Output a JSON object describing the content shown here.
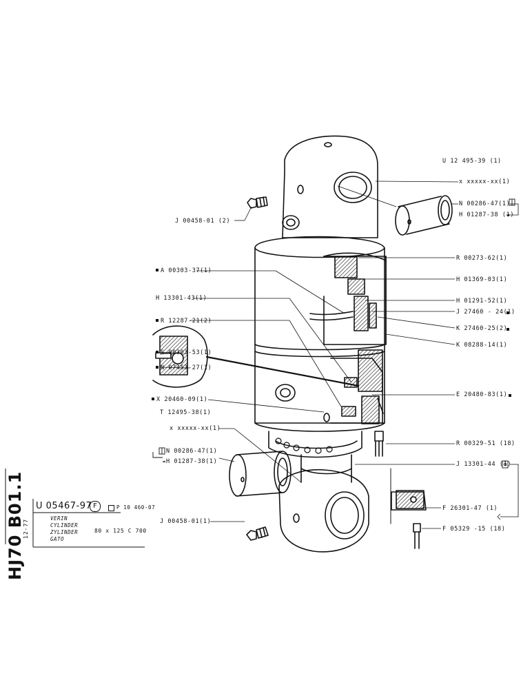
{
  "sheet": {
    "code": "HJ70 B01.1",
    "date": "12-77"
  },
  "title_block": {
    "part_number": "U 05467-97",
    "badge": "F",
    "reference": "P 10 460-07",
    "descriptions": [
      "VERIN",
      "CYLINDER",
      "ZYLINDER",
      "GATO"
    ],
    "dimensions": "80 x 125 C 700"
  },
  "callouts": [
    "U 12 495-39 (1)",
    "x xxxxx-xx(1)",
    "N 00286-47(1)",
    "H 01287-38 (1)",
    "J 00458-01 (2)",
    "R 00273-62(1)",
    "A 00303-37(1)",
    "H 01369-03(1)",
    "H 13301-43(1)",
    "H 01291-52(1)",
    "J 27460 - 24(1)",
    "R 12287-21(2)",
    "K 27460-25(2)",
    "K 08288-14(1)",
    "S 00303-53(1)",
    "N 07453-27(1)",
    "E 20480-83(1)",
    "X 20460-09(1)",
    "T 12495-38(1)",
    "x xxxxx-xx(1)",
    "R 00329-51 (18)",
    "N 00286-47(1)",
    "H 01287-38(1)",
    "J 13301-44 (1)",
    "F 26301-47 (1)",
    "J 00458-01(1)",
    "F 05329 -15 (18)"
  ],
  "icons": {
    "square-marker": "black-square-icon",
    "circle-box": "circle-box-icon",
    "arrow": "arrow-icon"
  }
}
